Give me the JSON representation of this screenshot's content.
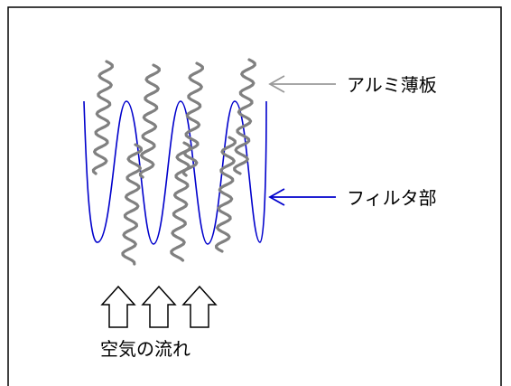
{
  "labels": {
    "aluminum_plate": "アルミ薄板",
    "filter_section": "フィルタ部",
    "air_flow": "空気の流れ"
  },
  "colors": {
    "frame": "#000000",
    "plates": "#808080",
    "filter_wave": "#0000CC",
    "plate_pointer_arrow": "#999999",
    "filter_pointer_arrow": "#0000CC",
    "flow_arrows_outline": "#000000"
  },
  "icons": {
    "air_flow_arrows": "up-arrow-outline",
    "pointer_arrows": "left-arrow"
  }
}
